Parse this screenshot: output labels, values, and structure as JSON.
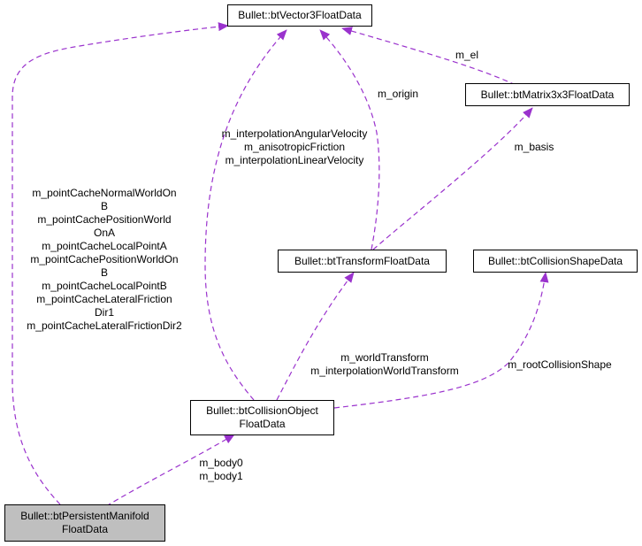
{
  "nodes": {
    "vector3": "Bullet::btVector3FloatData",
    "matrix3x3": "Bullet::btMatrix3x3FloatData",
    "transform": "Bullet::btTransformFloatData",
    "collision_shape": "Bullet::btCollisionShapeData",
    "collision_object": [
      "Bullet::btCollisionObject",
      "FloatData"
    ],
    "persistent_manifold": [
      "Bullet::btPersistentManifold",
      "FloatData"
    ]
  },
  "edge_labels": {
    "manifold_to_vector3": [
      "m_pointCacheNormalWorldOn",
      "B",
      "m_pointCachePositionWorld",
      "OnA",
      "m_pointCacheLocalPointA",
      "m_pointCachePositionWorldOn",
      "B",
      "m_pointCacheLocalPointB",
      "m_pointCacheLateralFriction",
      "Dir1",
      "m_pointCacheLateralFrictionDir2"
    ],
    "collobj_to_vector3": [
      "m_interpolationAngularVelocity",
      "m_anisotropicFriction",
      "m_interpolationLinearVelocity"
    ],
    "transform_to_vector3": [
      "m_origin"
    ],
    "matrix_to_vector3": [
      "m_el"
    ],
    "transform_to_matrix": [
      "m_basis"
    ],
    "collobj_to_transform": [
      "m_worldTransform",
      "m_interpolationWorldTransform"
    ],
    "collobj_to_shape": [
      "m_rootCollisionShape"
    ],
    "manifold_to_collobj": [
      "m_body0",
      "m_body1"
    ]
  },
  "colors": {
    "edge": "#9a32cd",
    "highlight_fill": "#bfbfbf"
  }
}
